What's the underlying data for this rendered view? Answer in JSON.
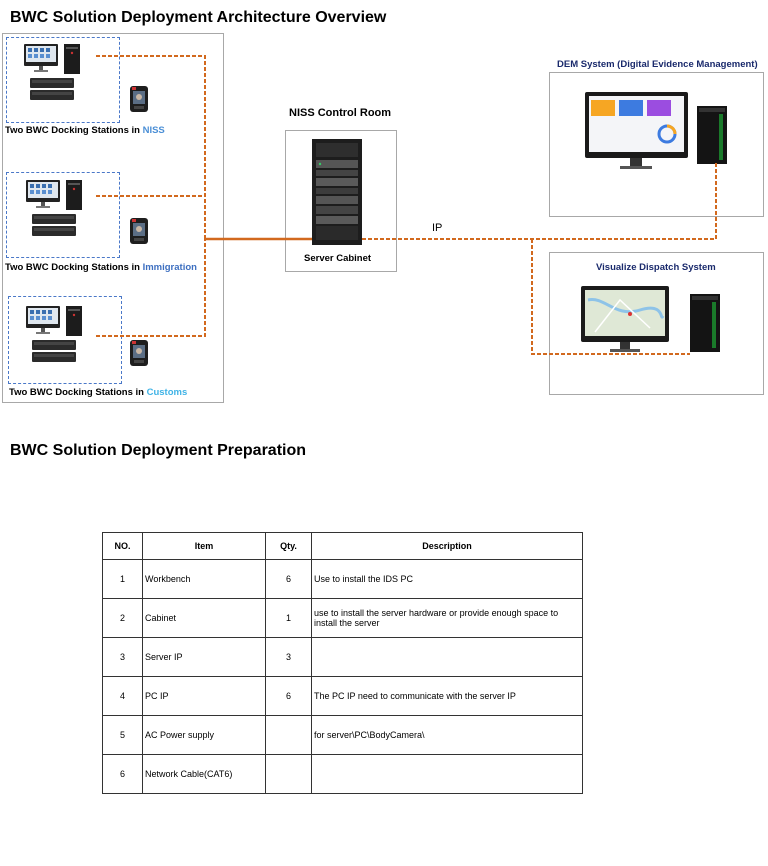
{
  "overview": {
    "title": "BWC Solution Deployment Architecture Overview",
    "sites": [
      {
        "prefix": "Two BWC Docking Stations in ",
        "name": "NISS"
      },
      {
        "prefix": "Two BWC Docking Stations in ",
        "name": "Immigration"
      },
      {
        "prefix": "Two BWC Docking Stations in ",
        "name": "Customs"
      }
    ],
    "control_room": "NISS Control Room",
    "server_cabinet": "Server Cabinet",
    "link_label": "IP",
    "dem_system": "DEM System (Digital Evidence Management)",
    "dispatch_system": "Visualize Dispatch System"
  },
  "colors": {
    "wire": "#d2691e",
    "site_border": "#4a78c8",
    "niss": "#4b8fd6",
    "immigration": "#3d6fc0",
    "customs": "#3fb3e6",
    "system_title": "#1a2a6c"
  },
  "preparation": {
    "title": "BWC Solution Deployment Preparation",
    "headers": [
      "NO.",
      "Item",
      "Qty.",
      "Description"
    ],
    "rows": [
      {
        "no": "1",
        "item": "Workbench",
        "qty": "6",
        "desc": "Use to install the IDS PC"
      },
      {
        "no": "2",
        "item": "Cabinet",
        "qty": "1",
        "desc": "use to install the server hardware or provide enough space to install the server"
      },
      {
        "no": "3",
        "item": "Server IP",
        "qty": "3",
        "desc": ""
      },
      {
        "no": "4",
        "item": "PC IP",
        "qty": "6",
        "desc": "The PC IP need to communicate with the server IP"
      },
      {
        "no": "5",
        "item": "AC Power supply",
        "qty": "",
        "desc": "for server\\PC\\BodyCamera\\"
      },
      {
        "no": "6",
        "item": "Network Cable(CAT6)",
        "qty": "",
        "desc": ""
      }
    ]
  }
}
